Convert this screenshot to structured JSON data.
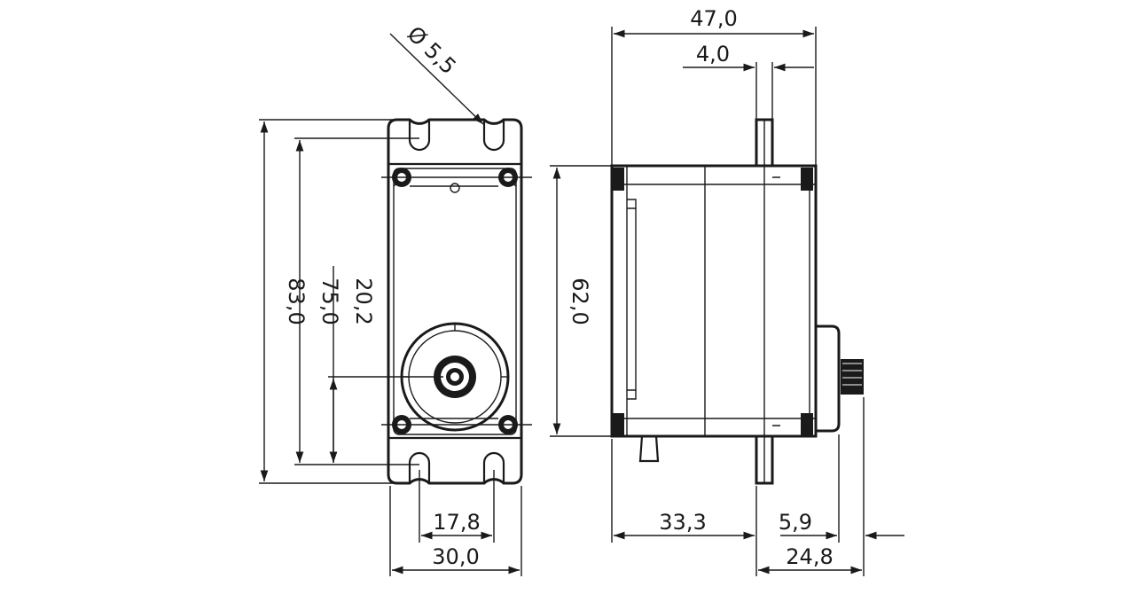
{
  "drawing": {
    "front_view": {
      "diameter_label": "Ø 5,5",
      "height_overall": "83,0",
      "hole_spacing_vertical": "75,0",
      "shaft_offset": "20,2",
      "hole_spacing_horizontal": "17,8",
      "width": "30,0"
    },
    "side_view": {
      "depth_overall": "47,0",
      "flange_thickness": "4,0",
      "body_height": "62,0",
      "body_depth": "33,3",
      "spline_height": "5,9",
      "flange_to_spline_top": "24,8"
    }
  }
}
